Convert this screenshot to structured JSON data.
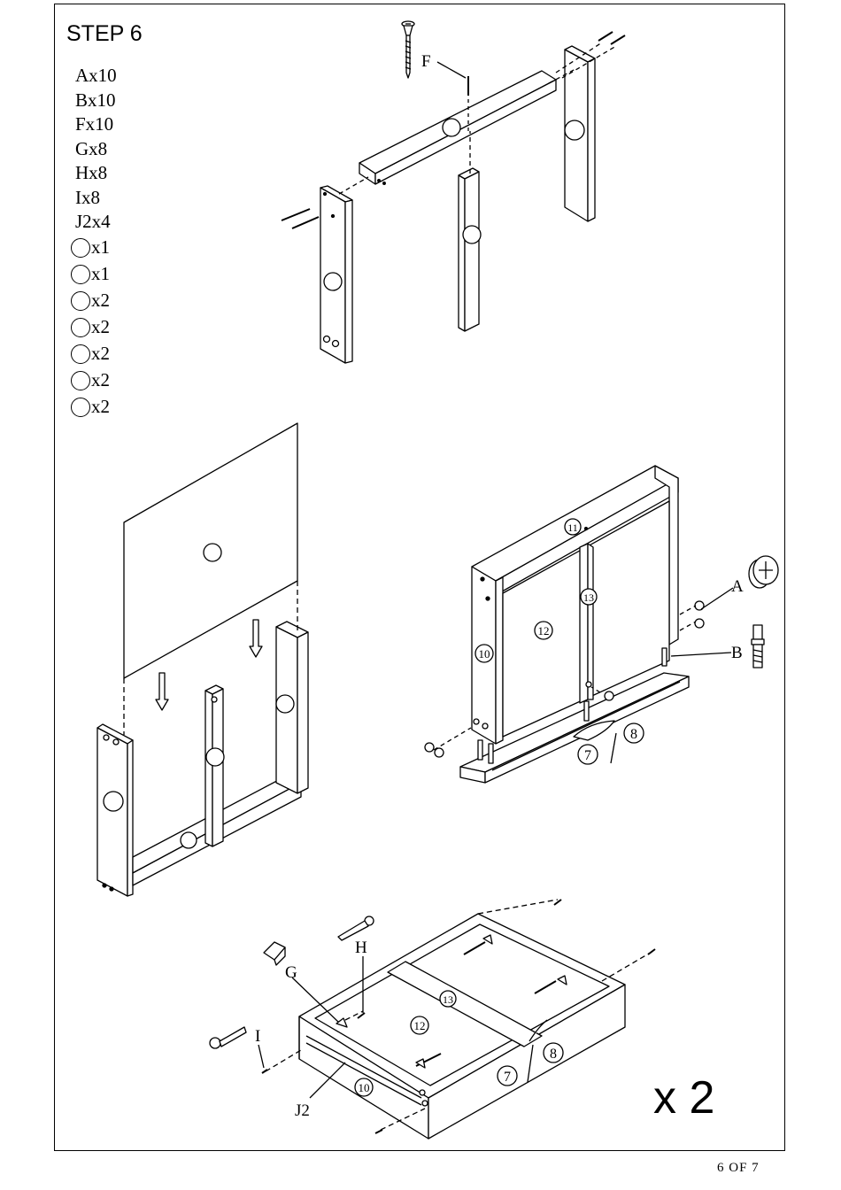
{
  "step_title": "STEP 6",
  "parts_list": [
    {
      "label": "Ax10"
    },
    {
      "label": "Bx10"
    },
    {
      "label": "Fx10"
    },
    {
      "label": "Gx8"
    },
    {
      "label": "Hx8"
    },
    {
      "label": "Ix8"
    },
    {
      "label": "J2x4"
    }
  ],
  "panel_list": [
    {
      "label": "x1"
    },
    {
      "label": "x1"
    },
    {
      "label": "x2"
    },
    {
      "label": "x2"
    },
    {
      "label": "x2"
    },
    {
      "label": "x2"
    },
    {
      "label": "x2"
    }
  ],
  "callouts": {
    "hw_f": "F",
    "hw_a": "A",
    "hw_b": "B",
    "hw_g": "G",
    "hw_h": "H",
    "hw_i": "I",
    "hw_j2": "J2"
  },
  "part_numbers": {
    "frame_top": "11",
    "frame_divider": "13",
    "frame_panel": "12",
    "frame_side": "10",
    "frame_front": "7",
    "frame_bottom": "8",
    "drawer_divider": "13",
    "drawer_panel": "12",
    "drawer_side": "10",
    "drawer_front": "7",
    "drawer_bottom": "8"
  },
  "multiplier": "x 2",
  "page_number": "6 OF 7"
}
